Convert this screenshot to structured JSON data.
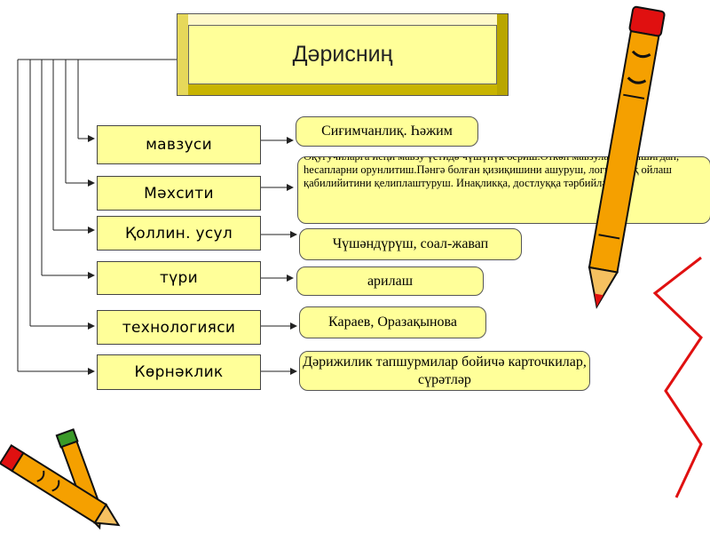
{
  "title": "Дәрисниң",
  "rows": [
    {
      "label": "мавзуси",
      "value": "Сиғимчанлиқ. Һәжим"
    },
    {
      "label": "Мәхсити",
      "value": "Оқуғучиларға йеңи мавзу үстидә чүшүнүк бериш.Өткән мавзуларни пишиғдап, һесапларни орунлитиш.Пәнгә болған қизиқишини ашуруш, логикилиқ ойлаш қабилийитини қелиплаштуруш. Инақликқа, достлуққа тәрбийләш"
    },
    {
      "label": "Қоллин. усул",
      "value": "Чүшәндүрүш, соал-жавап"
    },
    {
      "label": "түри",
      "value": "арилаш"
    },
    {
      "label": "технологияси",
      "value": "Караев, Оразақынова"
    },
    {
      "label": "Көрнәклик",
      "value": "Дәрижилик тапшурмилар бойичә карточкилар, сүрәтләр"
    }
  ],
  "colors": {
    "box_fill": "#ffff99",
    "line": "#222222",
    "crayon_body": "#f5a000",
    "crayon_red": "#e01010",
    "crayon_green": "#3a9a28"
  },
  "icons": [
    "crayon-icon"
  ]
}
